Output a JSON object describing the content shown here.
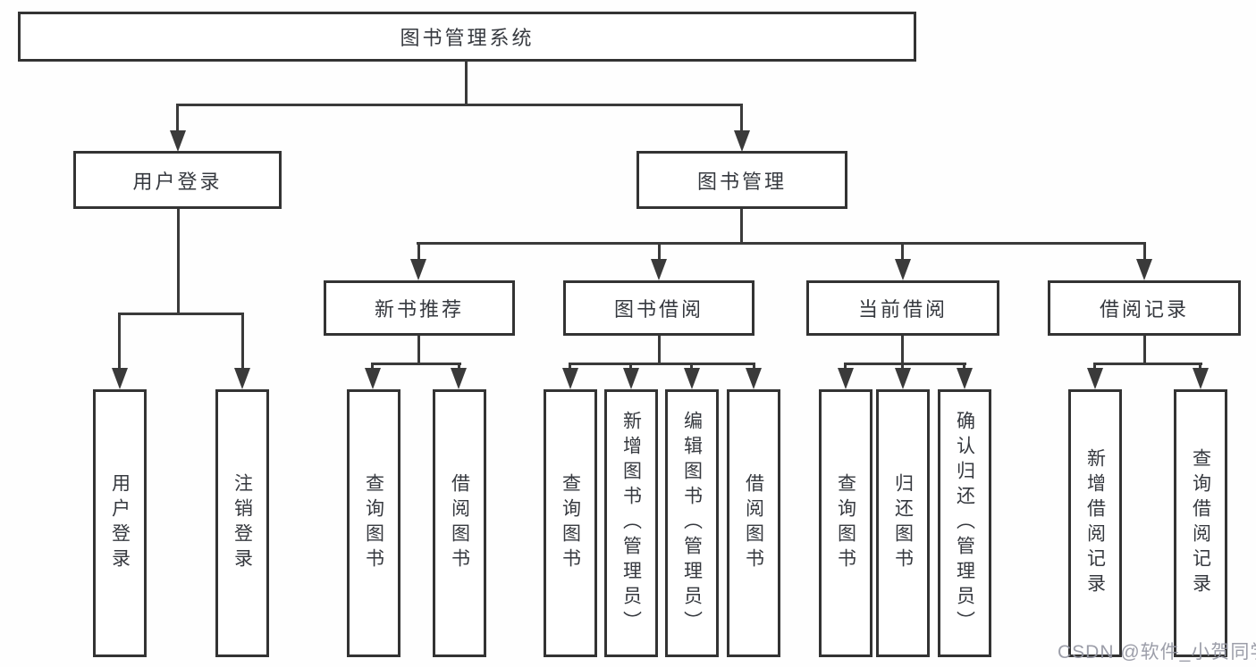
{
  "tree": {
    "label": "图书管理系统",
    "children": [
      {
        "label": "用户登录",
        "children": [
          {
            "label": "用户登录"
          },
          {
            "label": "注销登录"
          }
        ]
      },
      {
        "label": "图书管理",
        "children": [
          {
            "label": "新书推荐",
            "children": [
              {
                "label": "查询图书"
              },
              {
                "label": "借阅图书"
              }
            ]
          },
          {
            "label": "图书借阅",
            "children": [
              {
                "label": "查询图书"
              },
              {
                "label": "新增图书（管理员）"
              },
              {
                "label": "编辑图书（管理员）"
              },
              {
                "label": "借阅图书"
              }
            ]
          },
          {
            "label": "当前借阅",
            "children": [
              {
                "label": "查询图书"
              },
              {
                "label": "归还图书"
              },
              {
                "label": "确认归还（管理员）"
              }
            ]
          },
          {
            "label": "借阅记录",
            "children": [
              {
                "label": "新增借阅记录"
              },
              {
                "label": "查询借阅记录"
              }
            ]
          }
        ]
      }
    ]
  },
  "watermark": "CSDN @软件_小贺同学",
  "colors": {
    "line": "#3a3a3a",
    "box_border": "#333333",
    "text": "#36393f",
    "watermark": "#9496a2",
    "background": "#ffffff"
  }
}
